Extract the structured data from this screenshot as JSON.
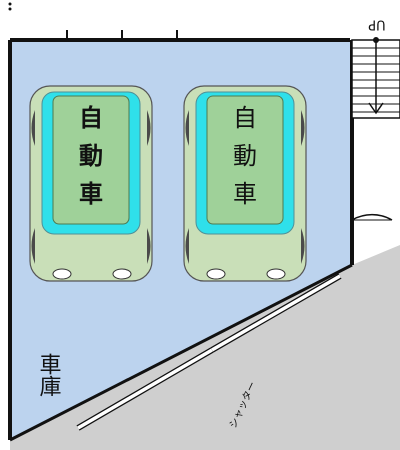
{
  "plan": {
    "stair_label": "UP",
    "garage_label": "車庫",
    "shutter_label": "シャッター",
    "colors": {
      "floor": "#bcd3ee",
      "road": "#cfcfcf",
      "wall": "#111111",
      "car_body": "#c9dfb8",
      "car_glass": "#2fe0ea",
      "car_roof": "#9fd199"
    }
  },
  "cars": [
    {
      "label_lines": [
        "自",
        "動",
        "車"
      ]
    },
    {
      "label_lines": [
        "自",
        "動",
        "車"
      ]
    }
  ]
}
